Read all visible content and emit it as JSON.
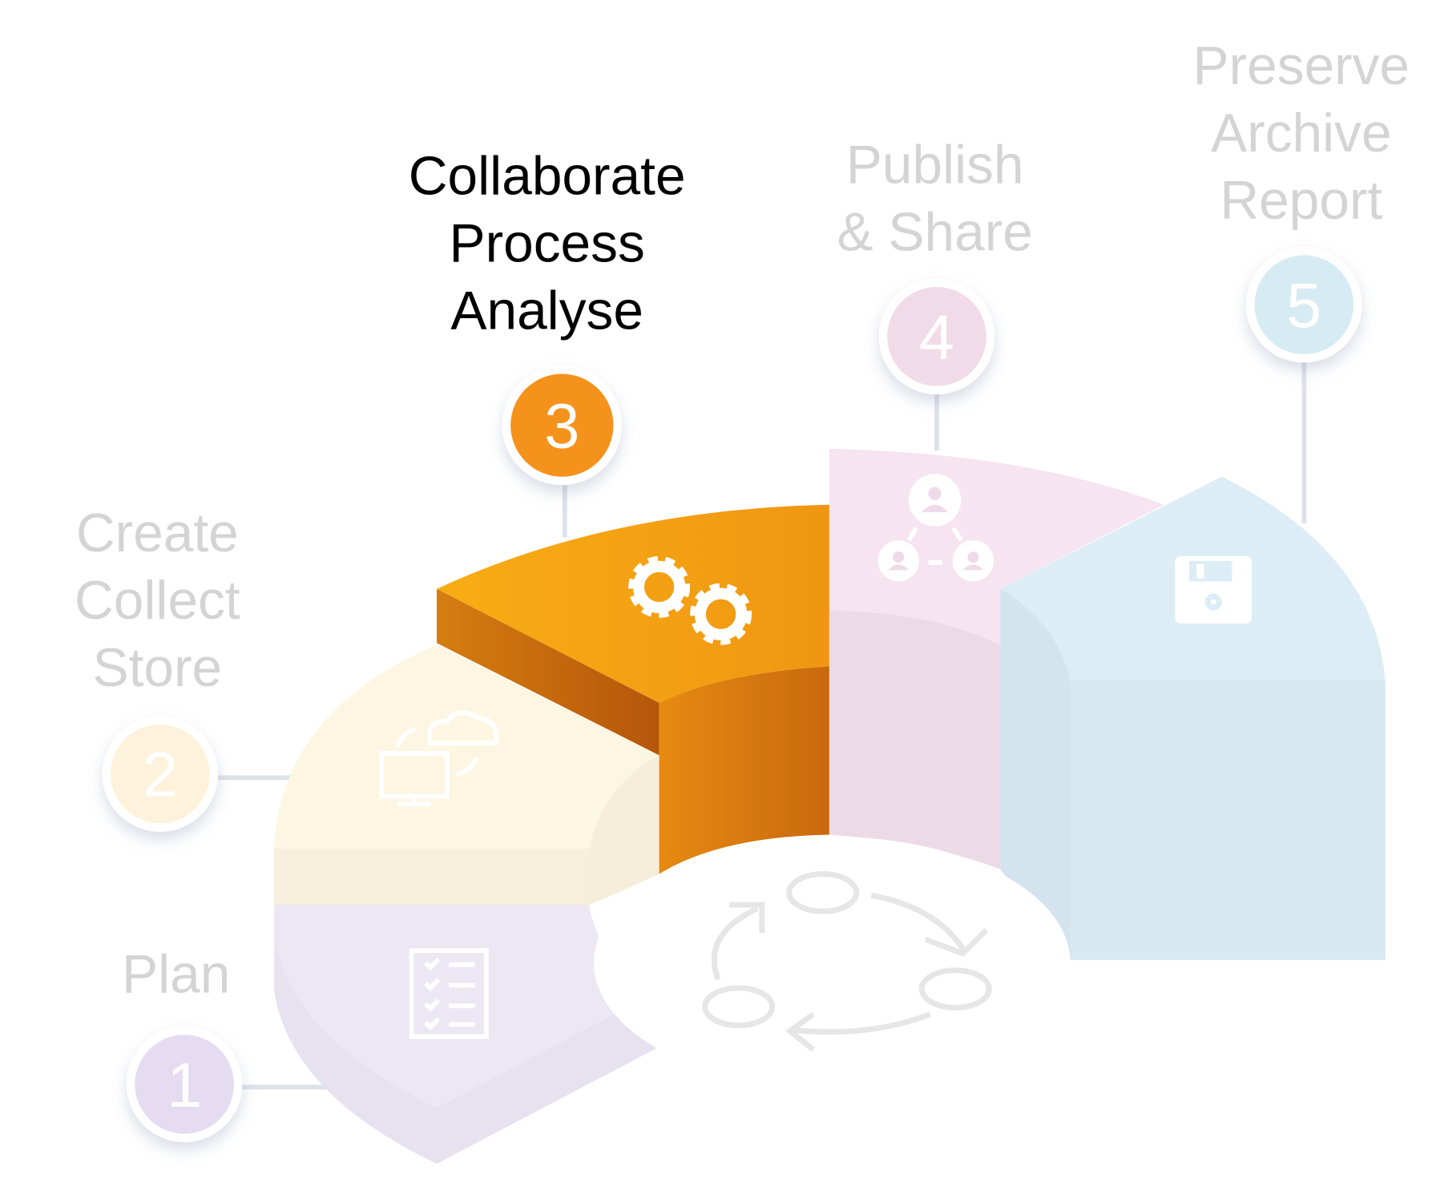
{
  "title": "Research data lifecycle",
  "active_step": 3,
  "steps": [
    {
      "number": "1",
      "lines": [
        "Plan"
      ],
      "icon": "checklist-icon",
      "color": "#e6dcf1"
    },
    {
      "number": "2",
      "lines": [
        "Create",
        "Collect",
        "Store"
      ],
      "icon": "computer-cloud-sync-icon",
      "color": "#fdf3dc"
    },
    {
      "number": "3",
      "lines": [
        "Collaborate",
        "Process",
        "Analyse"
      ],
      "icon": "gears-icon",
      "color": "#f5921e"
    },
    {
      "number": "4",
      "lines": [
        "Publish",
        "& Share"
      ],
      "icon": "users-network-icon",
      "color": "#f2dbe8"
    },
    {
      "number": "5",
      "lines": [
        "Preserve",
        "Archive",
        "Report"
      ],
      "icon": "floppy-disk-icon",
      "color": "#d7ebf3"
    }
  ],
  "center_icon": "cycle-icon"
}
